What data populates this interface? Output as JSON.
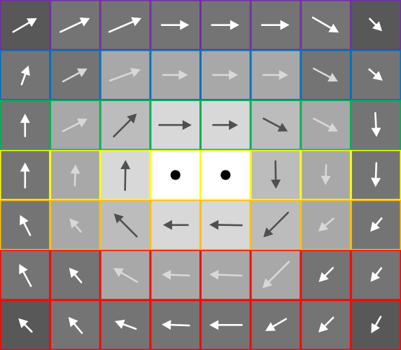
{
  "colors": {
    "fill": {
      "g0": "#585858",
      "g1": "#747474",
      "g2": "#8c8c8c",
      "g3": "#a8a8a8",
      "g4": "#bcbcbc",
      "g5": "#d8d8d8",
      "g6": "#ffffff"
    },
    "arrow_light": "#ffffff",
    "arrow_mid": "#d8d8d8",
    "arrow_dark": "#505050",
    "dot": "#000000",
    "ring_colors": [
      "#7030a0",
      "#0070c0",
      "#00b050",
      "#ffff00",
      "#ffc000",
      "#ff0000"
    ]
  },
  "grid": {
    "rows": 7,
    "cols": 8,
    "cell_levels": [
      [
        0,
        1,
        1,
        1,
        1,
        1,
        1,
        0
      ],
      [
        1,
        1,
        3,
        3,
        3,
        3,
        1,
        1
      ],
      [
        1,
        3,
        4,
        5,
        5,
        4,
        3,
        1
      ],
      [
        1,
        3,
        5,
        6,
        6,
        4,
        3,
        1
      ],
      [
        1,
        3,
        4,
        5,
        5,
        4,
        3,
        1
      ],
      [
        1,
        1,
        3,
        3,
        3,
        3,
        1,
        1
      ],
      [
        0,
        1,
        1,
        1,
        1,
        1,
        1,
        0
      ]
    ],
    "cell_borders": [
      [
        0,
        0,
        0,
        0,
        0,
        0,
        0,
        0
      ],
      [
        1,
        1,
        1,
        1,
        1,
        1,
        1,
        1
      ],
      [
        2,
        2,
        2,
        2,
        2,
        2,
        2,
        2
      ],
      [
        3,
        3,
        3,
        3,
        3,
        3,
        3,
        3
      ],
      [
        4,
        4,
        4,
        4,
        4,
        4,
        4,
        4
      ],
      [
        5,
        5,
        5,
        5,
        5,
        5,
        5,
        5
      ],
      [
        5,
        5,
        5,
        5,
        5,
        5,
        5,
        5
      ]
    ],
    "cells": [
      [
        {
          "symbol": "arrow",
          "direction_deg": 330,
          "length": 0.55,
          "tone": "light"
        },
        {
          "symbol": "arrow",
          "direction_deg": 335,
          "length": 0.65,
          "tone": "light"
        },
        {
          "symbol": "arrow",
          "direction_deg": 337,
          "length": 0.7,
          "tone": "light"
        },
        {
          "symbol": "arrow",
          "direction_deg": 0,
          "length": 0.55,
          "tone": "light"
        },
        {
          "symbol": "arrow",
          "direction_deg": 0,
          "length": 0.55,
          "tone": "light"
        },
        {
          "symbol": "arrow",
          "direction_deg": 0,
          "length": 0.55,
          "tone": "light"
        },
        {
          "symbol": "arrow",
          "direction_deg": 30,
          "length": 0.6,
          "tone": "light"
        },
        {
          "symbol": "arrow",
          "direction_deg": 45,
          "length": 0.35,
          "tone": "light"
        }
      ],
      [
        {
          "symbol": "arrow",
          "direction_deg": 290,
          "length": 0.4,
          "tone": "light"
        },
        {
          "symbol": "arrow",
          "direction_deg": 332,
          "length": 0.55,
          "tone": "mid"
        },
        {
          "symbol": "arrow",
          "direction_deg": 340,
          "length": 0.65,
          "tone": "mid"
        },
        {
          "symbol": "arrow",
          "direction_deg": 0,
          "length": 0.5,
          "tone": "mid"
        },
        {
          "symbol": "arrow",
          "direction_deg": 0,
          "length": 0.5,
          "tone": "mid"
        },
        {
          "symbol": "arrow",
          "direction_deg": 0,
          "length": 0.5,
          "tone": "mid"
        },
        {
          "symbol": "arrow",
          "direction_deg": 28,
          "length": 0.55,
          "tone": "mid"
        },
        {
          "symbol": "arrow",
          "direction_deg": 40,
          "length": 0.35,
          "tone": "light"
        }
      ],
      [
        {
          "symbol": "arrow",
          "direction_deg": 270,
          "length": 0.45,
          "tone": "light"
        },
        {
          "symbol": "arrow",
          "direction_deg": 333,
          "length": 0.55,
          "tone": "mid"
        },
        {
          "symbol": "arrow",
          "direction_deg": 315,
          "length": 0.65,
          "tone": "dark"
        },
        {
          "symbol": "arrow",
          "direction_deg": 0,
          "length": 0.65,
          "tone": "dark"
        },
        {
          "symbol": "arrow",
          "direction_deg": 0,
          "length": 0.5,
          "tone": "dark"
        },
        {
          "symbol": "arrow",
          "direction_deg": 28,
          "length": 0.55,
          "tone": "dark"
        },
        {
          "symbol": "arrow",
          "direction_deg": 28,
          "length": 0.55,
          "tone": "mid"
        },
        {
          "symbol": "arrow",
          "direction_deg": 87,
          "length": 0.48,
          "tone": "light"
        }
      ],
      [
        {
          "symbol": "arrow",
          "direction_deg": 270,
          "length": 0.5,
          "tone": "light"
        },
        {
          "symbol": "arrow",
          "direction_deg": 272,
          "length": 0.42,
          "tone": "mid"
        },
        {
          "symbol": "arrow",
          "direction_deg": 271,
          "length": 0.6,
          "tone": "dark"
        },
        {
          "symbol": "dot"
        },
        {
          "symbol": "dot"
        },
        {
          "symbol": "arrow",
          "direction_deg": 89,
          "length": 0.55,
          "tone": "dark"
        },
        {
          "symbol": "arrow",
          "direction_deg": 92,
          "length": 0.4,
          "tone": "mid"
        },
        {
          "symbol": "arrow",
          "direction_deg": 92,
          "length": 0.48,
          "tone": "light"
        }
      ],
      [
        {
          "symbol": "arrow",
          "direction_deg": 243,
          "length": 0.45,
          "tone": "light"
        },
        {
          "symbol": "arrow",
          "direction_deg": 230,
          "length": 0.35,
          "tone": "mid"
        },
        {
          "symbol": "arrow",
          "direction_deg": 225,
          "length": 0.65,
          "tone": "dark"
        },
        {
          "symbol": "arrow",
          "direction_deg": 180,
          "length": 0.5,
          "tone": "dark"
        },
        {
          "symbol": "arrow",
          "direction_deg": 181,
          "length": 0.65,
          "tone": "dark"
        },
        {
          "symbol": "arrow",
          "direction_deg": 135,
          "length": 0.7,
          "tone": "dark"
        },
        {
          "symbol": "arrow",
          "direction_deg": 140,
          "length": 0.4,
          "tone": "mid"
        },
        {
          "symbol": "arrow",
          "direction_deg": 130,
          "length": 0.35,
          "tone": "light"
        }
      ],
      [
        {
          "symbol": "arrow",
          "direction_deg": 242,
          "length": 0.5,
          "tone": "light"
        },
        {
          "symbol": "arrow",
          "direction_deg": 230,
          "length": 0.38,
          "tone": "light"
        },
        {
          "symbol": "arrow",
          "direction_deg": 210,
          "length": 0.55,
          "tone": "mid"
        },
        {
          "symbol": "arrow",
          "direction_deg": 182,
          "length": 0.55,
          "tone": "mid"
        },
        {
          "symbol": "arrow",
          "direction_deg": 182,
          "length": 0.65,
          "tone": "mid"
        },
        {
          "symbol": "arrow",
          "direction_deg": 135,
          "length": 0.75,
          "tone": "mid"
        },
        {
          "symbol": "arrow",
          "direction_deg": 135,
          "length": 0.4,
          "tone": "light"
        },
        {
          "symbol": "arrow",
          "direction_deg": 128,
          "length": 0.35,
          "tone": "light"
        }
      ],
      [
        {
          "symbol": "arrow",
          "direction_deg": 225,
          "length": 0.38,
          "tone": "light"
        },
        {
          "symbol": "arrow",
          "direction_deg": 230,
          "length": 0.42,
          "tone": "light"
        },
        {
          "symbol": "arrow",
          "direction_deg": 200,
          "length": 0.45,
          "tone": "light"
        },
        {
          "symbol": "arrow",
          "direction_deg": 182,
          "length": 0.55,
          "tone": "light"
        },
        {
          "symbol": "arrow",
          "direction_deg": 180,
          "length": 0.65,
          "tone": "light"
        },
        {
          "symbol": "arrow",
          "direction_deg": 150,
          "length": 0.48,
          "tone": "light"
        },
        {
          "symbol": "arrow",
          "direction_deg": 135,
          "length": 0.42,
          "tone": "light"
        },
        {
          "symbol": "arrow",
          "direction_deg": 120,
          "length": 0.38,
          "tone": "light"
        }
      ]
    ]
  }
}
